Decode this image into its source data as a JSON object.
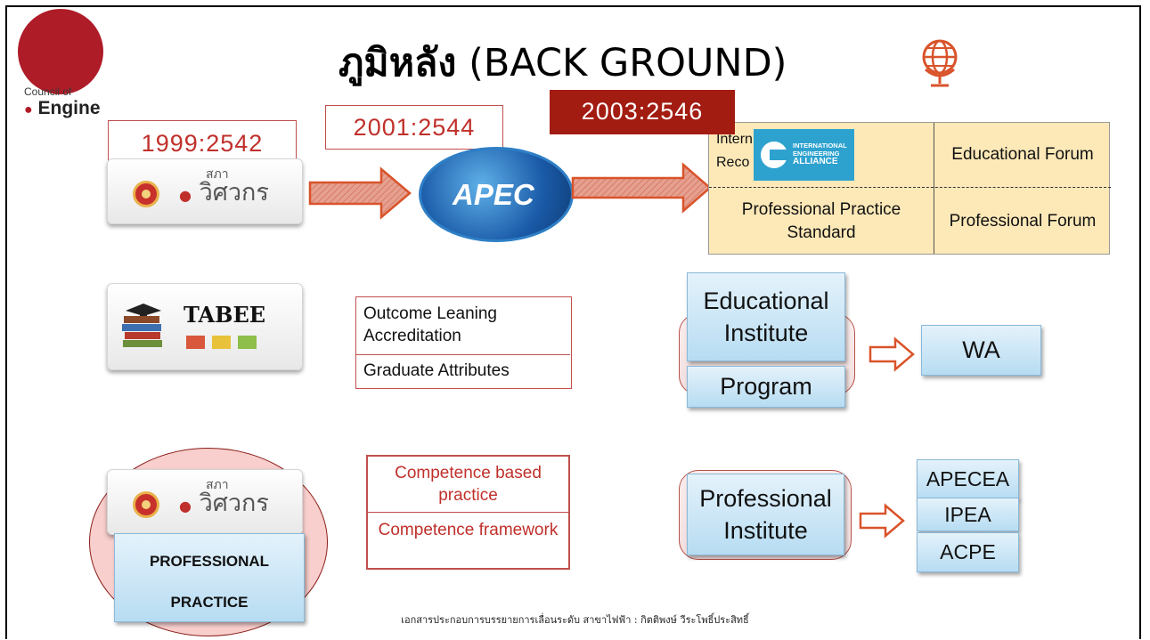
{
  "title": {
    "thai": "ภูมิหลัง",
    "english": "(BACK GROUND)"
  },
  "logo": {
    "line1": "Council of",
    "line2": "Engine"
  },
  "years": [
    "1999:2542",
    "2001:2544",
    "2003:2546"
  ],
  "engineer_logo": {
    "small": "สภา",
    "large": "วิศวกร"
  },
  "apec": {
    "label": "APEC"
  },
  "iea_table": {
    "cell_top_left_1": "Intern",
    "cell_top_left_2": "Reco",
    "cell_top_right": "Educational Forum",
    "cell_bottom_left": "Professional Practice Standard",
    "cell_bottom_right": "Professional Forum",
    "badge": [
      "INTERNATIONAL",
      "ENGINEERING",
      "ALLIANCE"
    ]
  },
  "tabee": {
    "label": "TABEE"
  },
  "outcome_box": {
    "line1": "Outcome Leaning",
    "line2": "Accreditation",
    "line3": "Graduate Attributes"
  },
  "educational": {
    "institute": "Educational Institute",
    "program": "Program",
    "wa": "WA"
  },
  "professional": {
    "practice": "PROFESSIONAL PRACTICE",
    "institute": "Professional Institute",
    "agreements": [
      "APECEA",
      "IPEA",
      "ACPE"
    ]
  },
  "competence_box": {
    "item1": "Competence based practice",
    "item2": "Competence framework"
  },
  "footer": "เอกสารประกอบการบรรยายการเลื่อนระดับ  สาขาไฟฟ้า : กิตติพงษ์ วีระโพธิ์ประสิทธิ์",
  "colors": {
    "accent_red": "#c0504d",
    "dark_red": "#a31c12",
    "table_fill": "#fde9b8",
    "box_blue": "#b7dcf2"
  }
}
